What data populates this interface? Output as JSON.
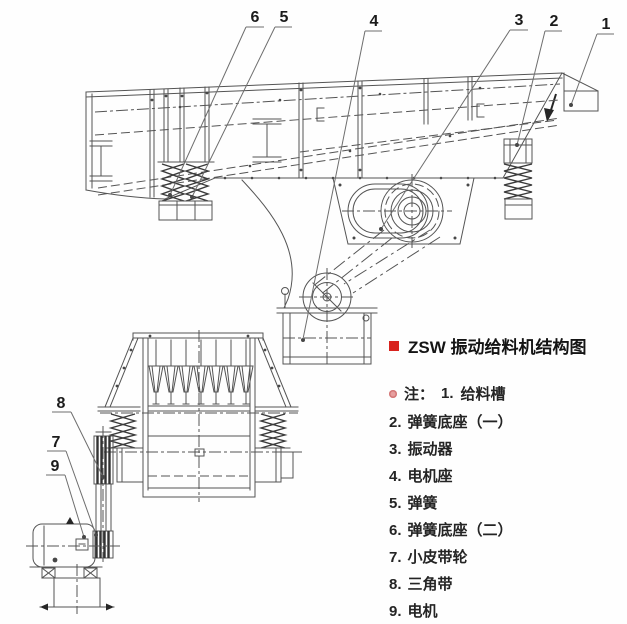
{
  "colors": {
    "accent_red": "#d8231e",
    "note_bullet": "#e79f9f",
    "note_bullet_border": "#d47878",
    "line": "#545454",
    "ink": "#242424"
  },
  "legend": {
    "title": "ZSW 振动给料机结构图",
    "note_label": "注：",
    "entries": [
      {
        "num": "1.",
        "text": "给料槽"
      },
      {
        "num": "2.",
        "text": "弹簧底座（一）"
      },
      {
        "num": "3.",
        "text": "振动器"
      },
      {
        "num": "4.",
        "text": "电机座"
      },
      {
        "num": "5.",
        "text": "弹簧"
      },
      {
        "num": "6.",
        "text": "弹簧底座（二）"
      },
      {
        "num": "7.",
        "text": "小皮带轮"
      },
      {
        "num": "8.",
        "text": "三角带"
      },
      {
        "num": "9.",
        "text": "电机"
      }
    ]
  },
  "callouts": {
    "c1": "1",
    "c2": "2",
    "c3": "3",
    "c4": "4",
    "c5": "5",
    "c6": "6",
    "c7": "7",
    "c8": "8",
    "c9": "9"
  }
}
